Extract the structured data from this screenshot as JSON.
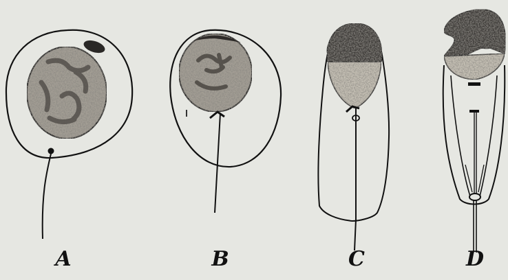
{
  "figure": {
    "panels": [
      {
        "id": "A",
        "label": "A"
      },
      {
        "id": "B",
        "label": "B"
      },
      {
        "id": "C",
        "label": "C"
      },
      {
        "id": "D",
        "label": "D"
      }
    ]
  },
  "colors": {
    "background": "#e6e7e2",
    "outline": "#111111",
    "nucleus_fill": "#a39e94",
    "dark_chromatin": "#3d3a37",
    "light_nucleoplasm": "#c4bfb4"
  }
}
